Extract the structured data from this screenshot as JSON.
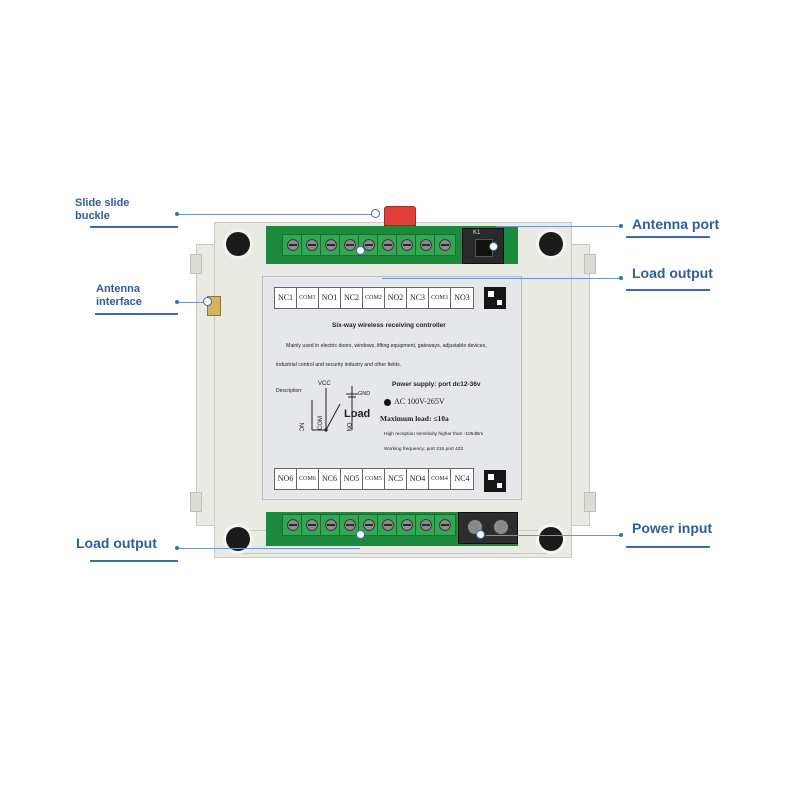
{
  "callouts": {
    "slide_buckle": "Slide slide\nbuckle",
    "antenna_interface": "Antenna\ninterface",
    "antenna_port": "Antenna port",
    "load_output_top": "Load output",
    "load_output_bottom": "Load output",
    "power_input": "Power input"
  },
  "sticker": {
    "title": "Six-way wireless receiving controller",
    "description_1": "Mainly used in electric doors, windows, lifting equipment, gateways, adjustable devices,",
    "description_2": "industrial control and security industry and other fields.",
    "description_label": "Description:",
    "power_supply": "Power supply: port dc12-36v",
    "ac_range": "AC 100V-265V",
    "max_load": "Maximum load: ≤10a",
    "sensitivity": "High reception sensitivity higher than -105dBm",
    "frequency": "Working frequency: port 315 port 433",
    "vcc": "VCC",
    "gnd": "GND",
    "nc": "NC",
    "com": "COM",
    "no": "NO",
    "load": "Load",
    "top_pins": [
      "NC1",
      "COM1",
      "NO1",
      "NC2",
      "COM2",
      "NO2",
      "NC3",
      "COM3",
      "NO3"
    ],
    "bottom_pins": [
      "NO6",
      "COM6",
      "NC6",
      "NO5",
      "COM5",
      "NC5",
      "NO4",
      "COM4",
      "NC4"
    ],
    "antenna_chip_label": "K1"
  },
  "colors": {
    "accent": "#2f5d9e",
    "pcb_green": "#33a852",
    "enclosure": "#e9eae4",
    "clip_red": "#e0403a"
  }
}
